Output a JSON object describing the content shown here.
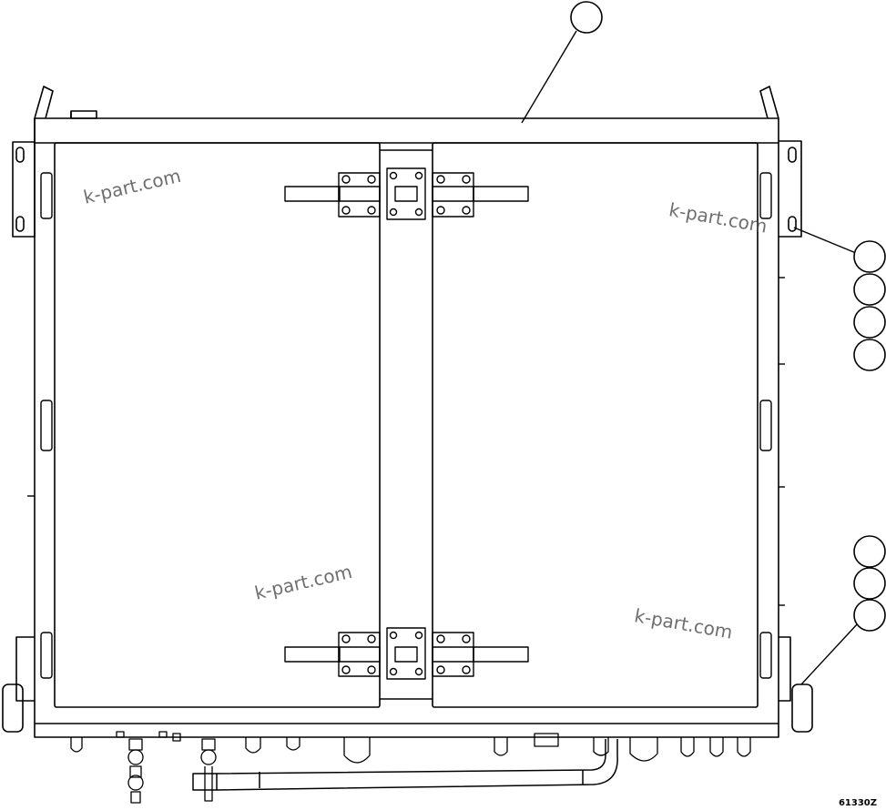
{
  "watermarks": [
    "k-part.com",
    "k-part.com",
    "k-part.com",
    "k-part.com"
  ],
  "figure_id": "61330Z",
  "callouts_blank": 8
}
